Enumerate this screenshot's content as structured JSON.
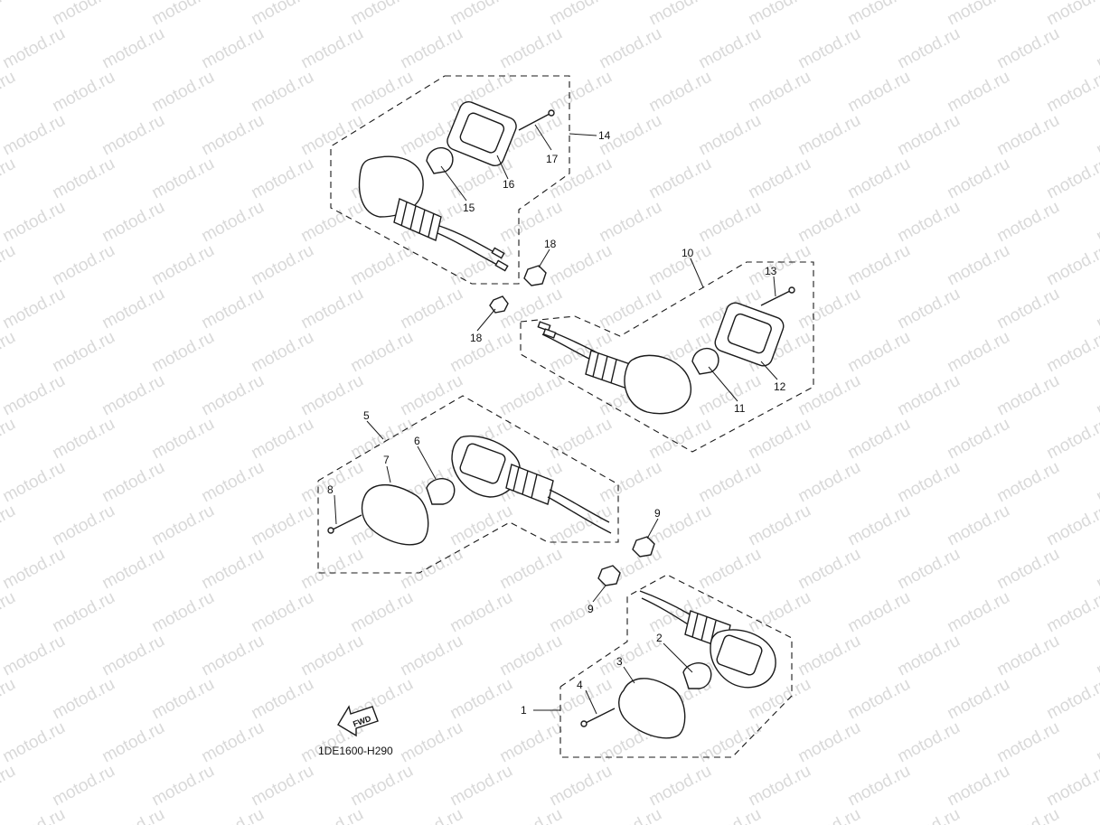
{
  "watermark": "motod.ru",
  "diagram_code": "1DE1600-H290",
  "fwd_label": "FWD",
  "callouts": [
    "1",
    "2",
    "3",
    "4",
    "5",
    "6",
    "7",
    "8",
    "9",
    "9",
    "10",
    "11",
    "12",
    "13",
    "14",
    "15",
    "16",
    "17",
    "18",
    "18"
  ]
}
